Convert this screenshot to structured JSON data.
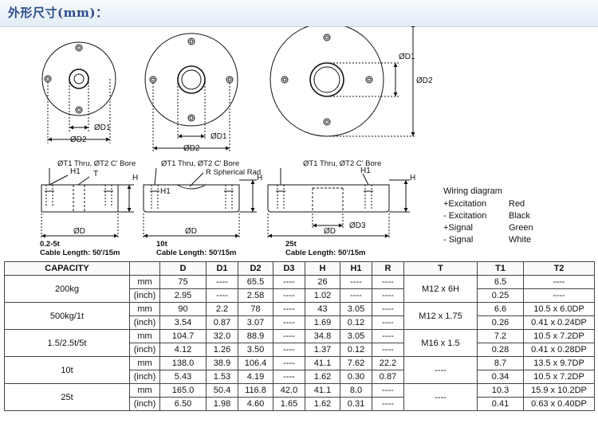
{
  "header": {
    "title": "外形尺寸(mm)："
  },
  "drawings": {
    "top_labels": [
      "ØD1",
      "ØD2"
    ],
    "side_notes": [
      {
        "thru": "ØT1 Thru, ØT2 C' Bore",
        "cap": "0.2-5t",
        "cable": "Cable Length: 50'/15m"
      },
      {
        "thru": "ØT1 Thru, ØT2 C' Bore",
        "radius": "R Spherical Rad",
        "cap": "10t",
        "cable": "Cable Length: 50'/15m"
      },
      {
        "thru": "ØT1 Thru, ØT2 C' Bore",
        "cap": "25t",
        "cable": "Cable Length: 50'/15m"
      }
    ],
    "labels": {
      "h": "H",
      "h1": "H1",
      "t": "T",
      "d": "ØD",
      "d3": "ØD3"
    }
  },
  "wiring": {
    "title": "Wiring diagram",
    "rows": [
      {
        "signal": "+Excitation",
        "color": "Red"
      },
      {
        "signal": "- Excitation",
        "color": "Black"
      },
      {
        "signal": "+Signal",
        "color": "Green"
      },
      {
        "signal": "- Signal",
        "color": "White"
      }
    ]
  },
  "table": {
    "headers": [
      "CAPACITY",
      "",
      "D",
      "D1",
      "D2",
      "D3",
      "H",
      "H1",
      "R",
      "T",
      "T1",
      "T2"
    ],
    "groups": [
      {
        "capacity": "200kg",
        "t": "M12 x 6H",
        "rows": [
          {
            "unit": "mm",
            "cells": [
              "75",
              "----",
              "65.5",
              "----",
              "26",
              "----",
              "----"
            ],
            "t1": "6.5",
            "t2": "----"
          },
          {
            "unit": "(inch)",
            "cells": [
              "2.95",
              "----",
              "2.58",
              "----",
              "1.02",
              "----",
              "----"
            ],
            "t1": "0.25",
            "t2": "----"
          }
        ]
      },
      {
        "capacity": "500kg/1t",
        "t": "M12 x 1.75",
        "rows": [
          {
            "unit": "mm",
            "cells": [
              "90",
              "2.2",
              "78",
              "----",
              "43",
              "3.05",
              "----"
            ],
            "t1": "6.6",
            "t2": "10.5 x 6.0DP"
          },
          {
            "unit": "(inch)",
            "cells": [
              "3.54",
              "0.87",
              "3.07",
              "----",
              "1.69",
              "0.12",
              "----"
            ],
            "t1": "0.26",
            "t2": "0.41 x 0.24DP"
          }
        ]
      },
      {
        "capacity": "1.5/2.5t/5t",
        "t": "M16 x 1.5",
        "rows": [
          {
            "unit": "mm",
            "cells": [
              "104.7",
              "32.0",
              "88.9",
              "----",
              "34.8",
              "3.05",
              "----"
            ],
            "t1": "7.2",
            "t2": "10.5 x 7.2DP"
          },
          {
            "unit": "(inch)",
            "cells": [
              "4.12",
              "1.26",
              "3.50",
              "----",
              "1.37",
              "0.12",
              "----"
            ],
            "t1": "0.28",
            "t2": "0.41 x 0.28DP"
          }
        ]
      },
      {
        "capacity": "10t",
        "t": "----",
        "rows": [
          {
            "unit": "mm",
            "cells": [
              "138.0",
              "38.9",
              "106.4",
              "----",
              "41.1",
              "7.62",
              "22.2"
            ],
            "t1": "8.7",
            "t2": "13.5 x 9.7DP"
          },
          {
            "unit": "(inch)",
            "cells": [
              "5.43",
              "1.53",
              "4.19",
              "----",
              "1.62",
              "0.30",
              "0.87"
            ],
            "t1": "0.34",
            "t2": "10.5 x 7.2DP"
          }
        ]
      },
      {
        "capacity": "25t",
        "t": "----",
        "rows": [
          {
            "unit": "mm",
            "cells": [
              "165.0",
              "50.4",
              "116.8",
              "42.0",
              "41.1",
              "8.0",
              "----"
            ],
            "t1": "10.3",
            "t2": "15.9 x 10.2DP"
          },
          {
            "unit": "(inch)",
            "cells": [
              "6.50",
              "1.98",
              "4.60",
              "1.65",
              "1.62",
              "0.31",
              "----"
            ],
            "t1": "0.41",
            "t2": "0.63 x 0.40DP"
          }
        ]
      }
    ]
  }
}
